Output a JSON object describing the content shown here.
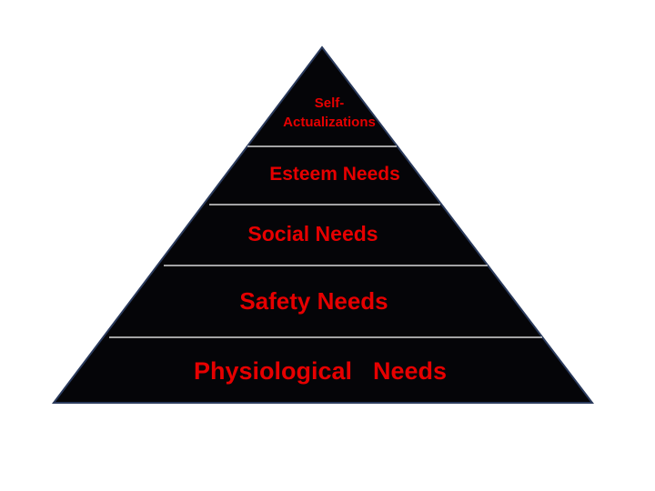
{
  "diagram": {
    "type": "pyramid",
    "colors": {
      "fill": "#050508",
      "outline": "#2a3a5c",
      "divider": "#d8d8d8",
      "text": "#e60000",
      "background": "#ffffff"
    },
    "levels": [
      {
        "id": "self-actualization",
        "line1": "Self-",
        "line2": "Actualizations"
      },
      {
        "id": "esteem",
        "label": "Esteem Needs"
      },
      {
        "id": "social",
        "label": "Social Needs"
      },
      {
        "id": "safety",
        "label": "Safety Needs"
      },
      {
        "id": "physiological",
        "label": "Physiological  Needs"
      }
    ]
  }
}
